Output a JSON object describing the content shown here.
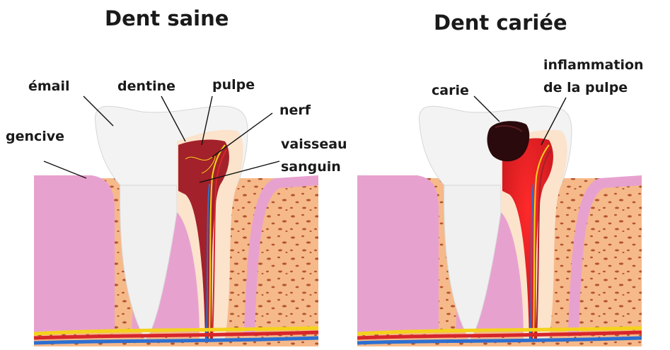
{
  "titles": {
    "healthy": "Dent saine",
    "decayed": "Dent cariée"
  },
  "labels": {
    "email": "émail",
    "dentine": "dentine",
    "pulpe": "pulpe",
    "nerf": "nerf",
    "gencive": "gencive",
    "vaisseau_line1": "vaisseau",
    "vaisseau_line2": "sanguin",
    "carie": "carie",
    "inflammation_line1": "inflammation",
    "inflammation_line2": "de la pulpe"
  },
  "colors": {
    "bone": "#f6b98a",
    "bone_pores": "#a8431f",
    "gum": "#e7a1cf",
    "enamel": "#f2f2f2",
    "dentine": "#fbe3cc",
    "pulp": "#a3212a",
    "inflamed_pulp": "#e4222a",
    "caries": "#2a0a0c",
    "vessel_red": "#d7262b",
    "vessel_blue": "#2d6fd1",
    "nerve_yellow": "#f4d21c"
  }
}
